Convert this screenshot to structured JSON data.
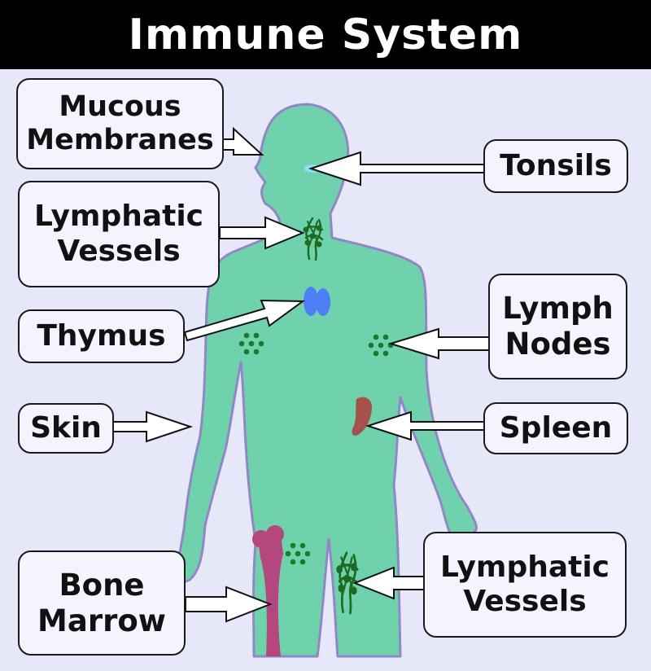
{
  "title": "Immune System",
  "labels": {
    "mucous_membranes": "Mucous\nMembranes",
    "lymphatic_vessels_upper": "Lymphatic\nVessels",
    "thymus": "Thymus",
    "skin": "Skin",
    "bone_marrow": "Bone\nMarrow",
    "tonsils": "Tonsils",
    "lymph_nodes": "Lymph\nNodes",
    "spleen": "Spleen",
    "lymphatic_vessels_lower": "Lymphatic\nVessels"
  },
  "colors": {
    "background": "#e6e8fa",
    "title_bar": "#000000",
    "body": "#6fd2ad",
    "tonsils": "#8fe0f0",
    "thymus": "#4f7ff5",
    "lymph_nodes": "#1a7a2f",
    "spleen": "#a5524a",
    "bone": "#b3477e",
    "vessels": "#1d6a23"
  }
}
